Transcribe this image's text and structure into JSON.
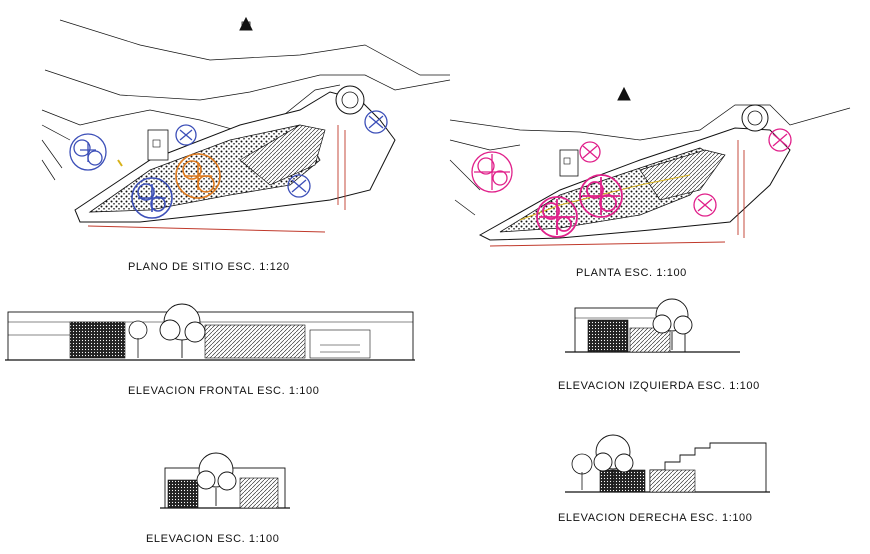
{
  "drawings": {
    "site_plan": {
      "caption": "PLANO DE SITIO ESC. 1:120"
    },
    "floor_plan": {
      "caption": "PLANTA ESC. 1:100"
    },
    "front_elevation": {
      "caption": "ELEVACION FRONTAL ESC. 1:100"
    },
    "left_elevation": {
      "caption": "ELEVACION IZQUIERDA ESC. 1:100"
    },
    "rear_elevation": {
      "caption": "ELEVACION  ESC. 1:100"
    },
    "right_elevation": {
      "caption": "ELEVACION DERECHA  ESC. 1:100"
    }
  },
  "colors": {
    "line": "#111111",
    "site_tree_blue": "#3c4fb8",
    "site_tree_orange": "#e07b1e",
    "plan_tree_magenta": "#e0208a",
    "accent_red": "#c0392b",
    "path_yellow": "#d8b21a"
  },
  "icons": [
    "north-arrow-icon",
    "tree-icon"
  ]
}
